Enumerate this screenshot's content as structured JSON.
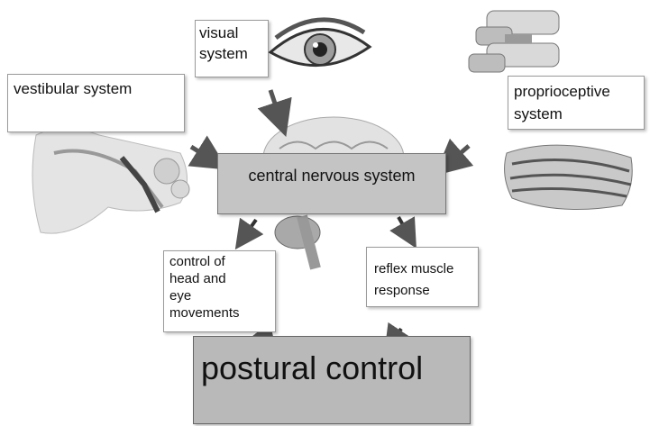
{
  "diagram": {
    "nodes": {
      "visual": {
        "text": "visual\nsystem"
      },
      "vestibular": {
        "text": "vestibular system"
      },
      "proprioceptive": {
        "text": "proprioceptive\nsystem"
      },
      "cns": {
        "text": "central nervous system"
      },
      "control": {
        "text": "control of\nhead and\neye\nmovements"
      },
      "reflex": {
        "text": "reflex muscle\nresponse"
      },
      "postural": {
        "text": "postural control"
      }
    },
    "edges": [
      {
        "from": "visual",
        "to": "cns"
      },
      {
        "from": "vestibular",
        "to": "cns"
      },
      {
        "from": "proprioceptive",
        "to": "cns"
      },
      {
        "from": "cns",
        "to": "control"
      },
      {
        "from": "cns",
        "to": "reflex"
      },
      {
        "from": "control",
        "to": "postural"
      },
      {
        "from": "reflex",
        "to": "postural"
      }
    ],
    "colors": {
      "box_fill_gray": "#c4c4c4",
      "postural_fill": "#b9b9b9",
      "arrow": "#555555"
    }
  }
}
